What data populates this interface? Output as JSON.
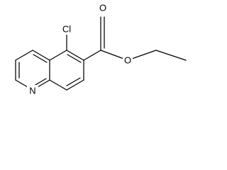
{
  "molecule": {
    "atoms": {
      "cl": "Cl",
      "n": "N",
      "o_carbonyl": "O",
      "o_ester": "O"
    }
  },
  "colors": {
    "bond": "#000000",
    "label": "#000000",
    "background": "#ffffff"
  }
}
